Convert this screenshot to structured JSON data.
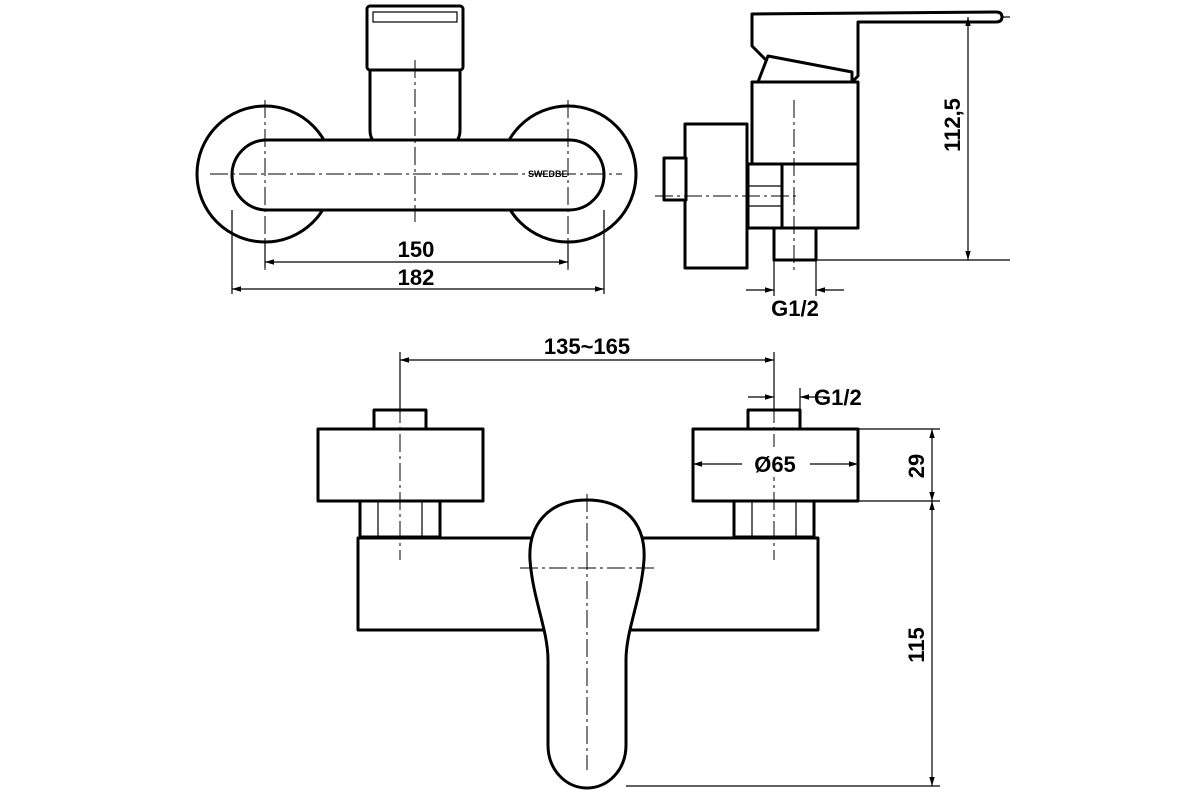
{
  "brand": "SWEDBE",
  "dimensions": {
    "front_inner_width": "150",
    "front_outer_width": "182",
    "side_height": "112,5",
    "side_thread": "G1/2",
    "eccentric_spacing": "135~165",
    "eccentric_thread": "G1/2",
    "flange_diameter": "Ø65",
    "flange_depth": "29",
    "body_height": "115"
  }
}
